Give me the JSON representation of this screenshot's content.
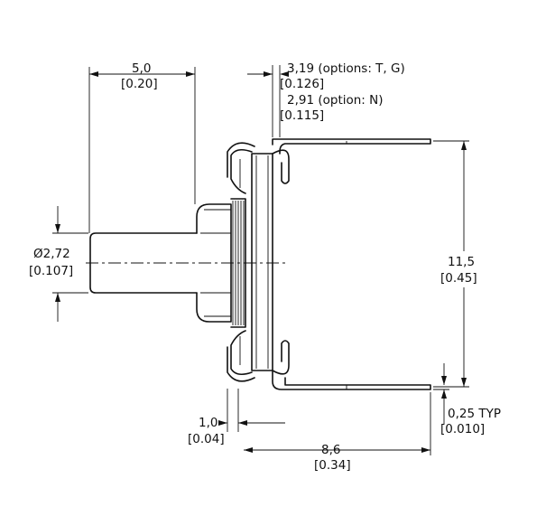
{
  "dimensions": {
    "shaft_length": {
      "mm": "5,0",
      "inch": "[0.20]"
    },
    "body_thickness_tg": {
      "mm": "3,19 (options: T, G)",
      "inch": "[0.126]"
    },
    "body_thickness_n": {
      "mm": "2,91 (option: N)",
      "inch": "[0.115]"
    },
    "shaft_diameter": {
      "mm": "Ø2,72",
      "inch": "[0.107]"
    },
    "pin_spacing": {
      "mm": "11,5",
      "inch": "[0.45]"
    },
    "pin_thickness": {
      "mm": "0,25 TYP",
      "inch": "[0.010]"
    },
    "bracket_thickness": {
      "mm": "1,0",
      "inch": "[0.04]"
    },
    "overall_depth": {
      "mm": "8,6",
      "inch": "[0.34]"
    }
  }
}
